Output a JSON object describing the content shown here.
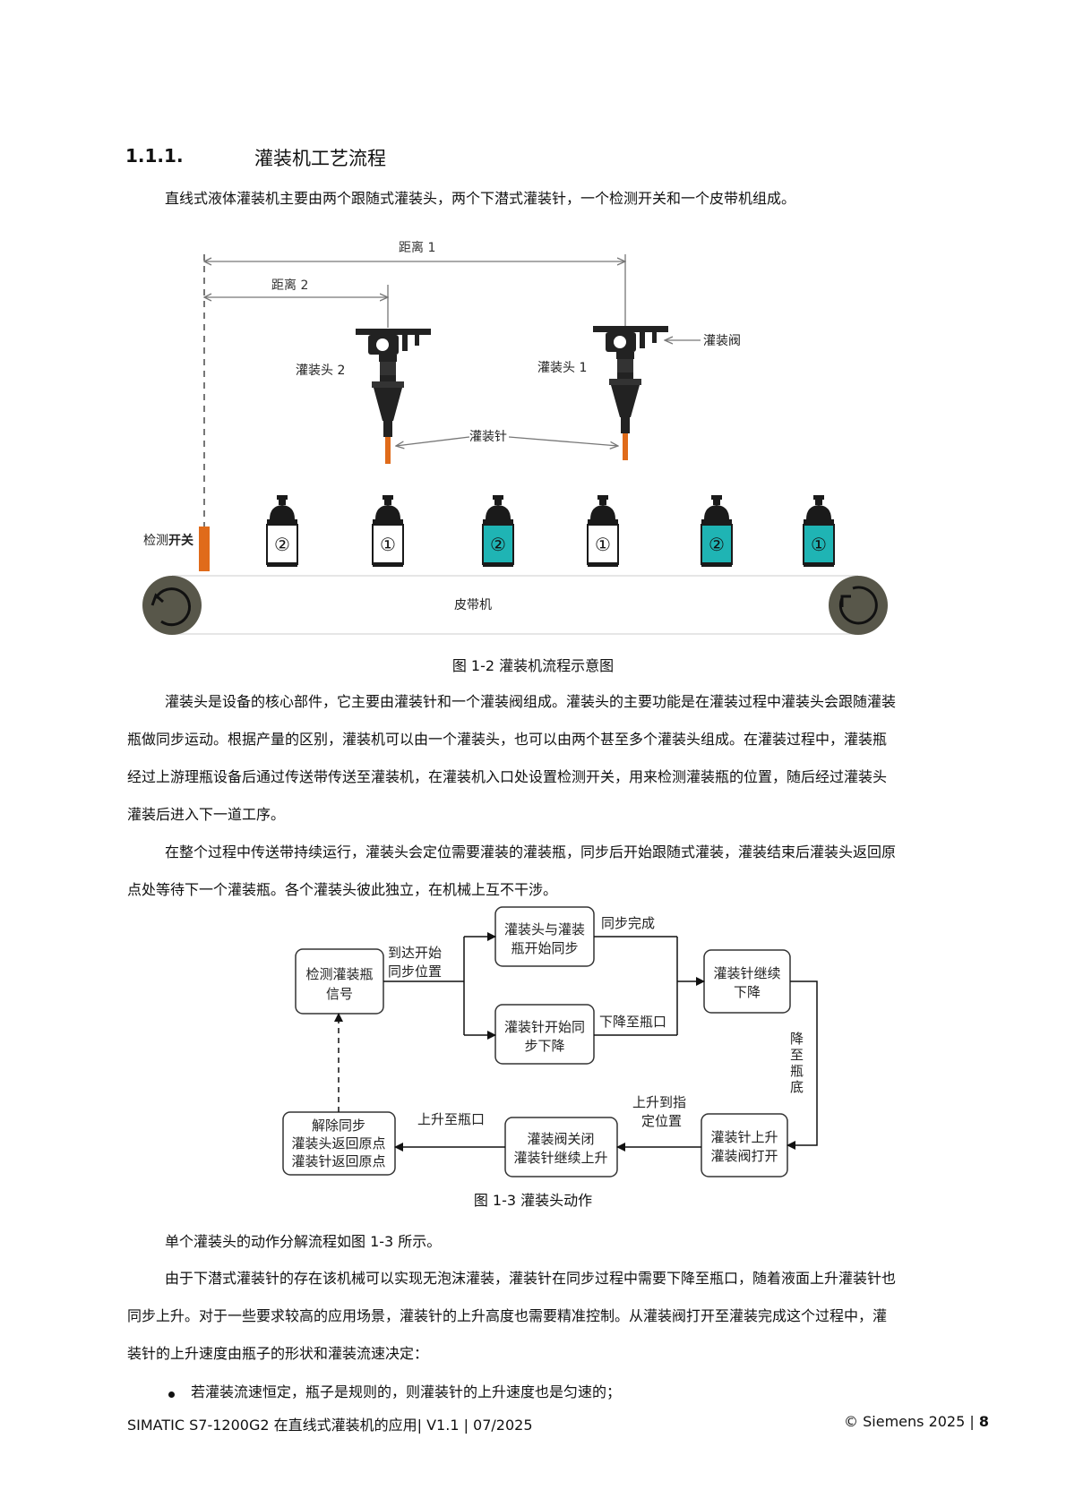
{
  "section": {
    "number": "1.1.1.",
    "title": "灌装机工艺流程"
  },
  "intro": "直线式液体灌装机主要由两个跟随式灌装头，两个下潜式灌装针，一个检测开关和一个皮带机组成。",
  "figure1": {
    "labels": {
      "distance1": "距离 1",
      "distance2": "距离 2",
      "head2": "灌装头 2",
      "head1": "灌装头 1",
      "valve": "灌装阀",
      "needle": "灌装针",
      "switch_prefix": "检测",
      "switch_bold": "开关",
      "conveyor": "皮带机"
    },
    "bottles": [
      {
        "mark": "②",
        "filled": false
      },
      {
        "mark": "①",
        "filled": false
      },
      {
        "mark": "②",
        "filled": true
      },
      {
        "mark": "①",
        "filled": false
      },
      {
        "mark": "②",
        "filled": true
      },
      {
        "mark": "①",
        "filled": true
      }
    ],
    "colors": {
      "orange": "#e06b1a",
      "teal": "#1fb4b4",
      "dark": "#1a1a1a",
      "roller": "#58574a"
    },
    "caption": "图 1-2 灌装机流程示意图"
  },
  "para1_lines": [
    "灌装头是设备的核心部件，它主要由灌装针和一个灌装阀组成。灌装头的主要功能是在灌装过程中灌装头会跟随灌装",
    "瓶做同步运动。根据产量的区别，灌装机可以由一个灌装头，也可以由两个甚至多个灌装头组成。在灌装过程中，灌装瓶",
    "经过上游理瓶设备后通过传送带传送至灌装机，在灌装机入口处设置检测开关，用来检测灌装瓶的位置，随后经过灌装头",
    "灌装后进入下一道工序。"
  ],
  "para2_lines": [
    "在整个过程中传送带持续运行，灌装头会定位需要灌装的灌装瓶，同步后开始跟随式灌装，灌装结束后灌装头返回原",
    "点处等待下一个灌装瓶。各个灌装头彼此独立，在机械上互不干涉。"
  ],
  "figure2": {
    "boxes": {
      "detect": [
        "检测灌装瓶",
        "信号"
      ],
      "sync": [
        "灌装头与灌装",
        "瓶开始同步"
      ],
      "descend": [
        "灌装针开始同",
        "步下降"
      ],
      "continue_down": [
        "灌装针继续",
        "下降"
      ],
      "rise_open": [
        "灌装针上升",
        "灌装阀打开"
      ],
      "close": [
        "灌装阀关闭",
        "灌装针继续上升"
      ],
      "release": [
        "解除同步",
        "灌装头返回原点",
        "灌装针返回原点"
      ]
    },
    "edge_labels": {
      "arrive": [
        "到达开始",
        "同步位置"
      ],
      "sync_done": "同步完成",
      "to_mouth": "下降至瓶口",
      "to_bottom": [
        "降",
        "至",
        "瓶",
        "底"
      ],
      "rise_pos": [
        "上升到指",
        "定位置"
      ],
      "rise_mouth": "上升至瓶口"
    },
    "caption": "图 1-3 灌装头动作"
  },
  "para3": "单个灌装头的动作分解流程如图 1-3 所示。",
  "para4_lines": [
    "由于下潜式灌装针的存在该机械可以实现无泡沫灌装，灌装针在同步过程中需要下降至瓶口，随着液面上升灌装针也",
    "同步上升。对于一些要求较高的应用场景，灌装针的上升高度也需要精准控制。从灌装阀打开至灌装完成这个过程中，灌",
    "装针的上升速度由瓶子的形状和灌装流速决定："
  ],
  "bullet": "若灌装流速恒定，瓶子是规则的，则灌装针的上升速度也是匀速的；",
  "footer": {
    "left": "SIMATIC S7-1200G2 在直线式灌装机的应用| V1.1 | 07/2025",
    "right_prefix": "© Siemens 2025 | ",
    "page": "8"
  }
}
